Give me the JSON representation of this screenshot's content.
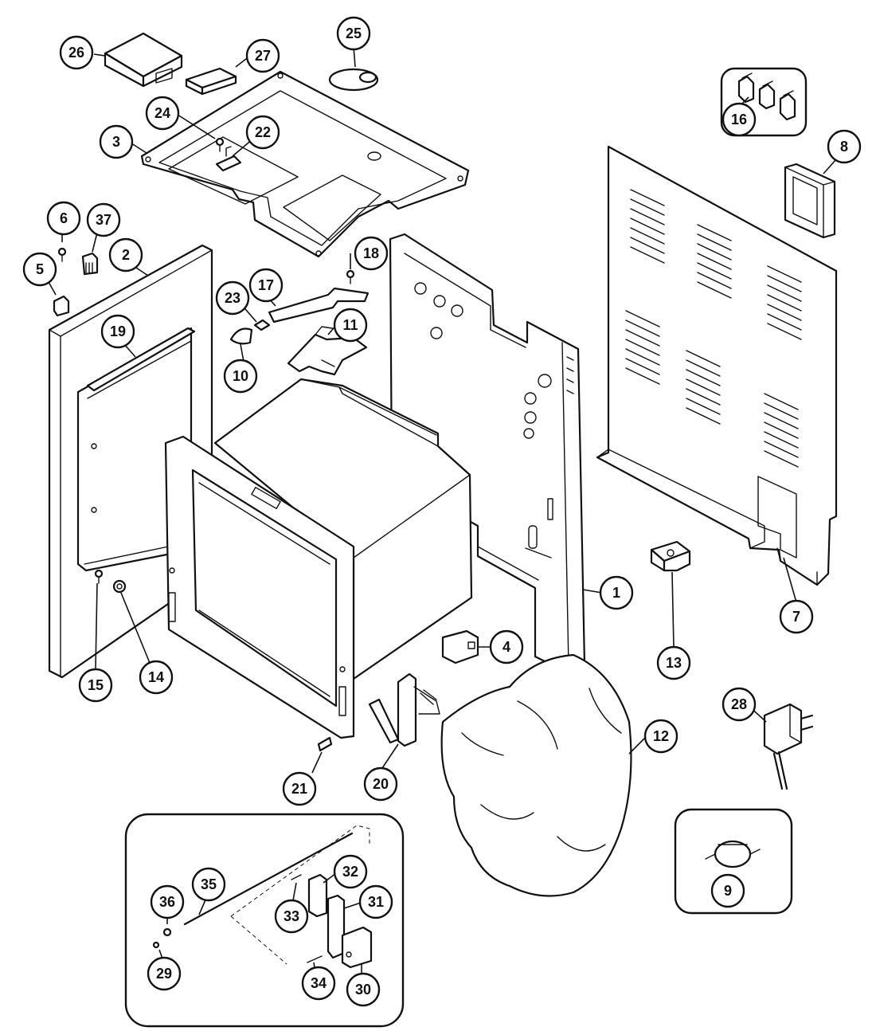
{
  "parts": [
    {
      "key": "p1",
      "label": "1"
    },
    {
      "key": "p2",
      "label": "2"
    },
    {
      "key": "p3",
      "label": "3"
    },
    {
      "key": "p4",
      "label": "4"
    },
    {
      "key": "p5",
      "label": "5"
    },
    {
      "key": "p6",
      "label": "6"
    },
    {
      "key": "p7",
      "label": "7"
    },
    {
      "key": "p8",
      "label": "8"
    },
    {
      "key": "p9",
      "label": "9"
    },
    {
      "key": "p10",
      "label": "10"
    },
    {
      "key": "p11",
      "label": "11"
    },
    {
      "key": "p12",
      "label": "12"
    },
    {
      "key": "p13",
      "label": "13"
    },
    {
      "key": "p14",
      "label": "14"
    },
    {
      "key": "p15",
      "label": "15"
    },
    {
      "key": "p16",
      "label": "16"
    },
    {
      "key": "p17",
      "label": "17"
    },
    {
      "key": "p18",
      "label": "18"
    },
    {
      "key": "p19",
      "label": "19"
    },
    {
      "key": "p20",
      "label": "20"
    },
    {
      "key": "p21",
      "label": "21"
    },
    {
      "key": "p22",
      "label": "22"
    },
    {
      "key": "p23",
      "label": "23"
    },
    {
      "key": "p24",
      "label": "24"
    },
    {
      "key": "p25",
      "label": "25"
    },
    {
      "key": "p26",
      "label": "26"
    },
    {
      "key": "p27",
      "label": "27"
    },
    {
      "key": "p28",
      "label": "28"
    },
    {
      "key": "p29",
      "label": "29"
    },
    {
      "key": "p30",
      "label": "30"
    },
    {
      "key": "p31",
      "label": "31"
    },
    {
      "key": "p32",
      "label": "32"
    },
    {
      "key": "p33",
      "label": "33"
    },
    {
      "key": "p34",
      "label": "34"
    },
    {
      "key": "p35",
      "label": "35"
    },
    {
      "key": "p36",
      "label": "36"
    },
    {
      "key": "p37",
      "label": "37"
    }
  ]
}
